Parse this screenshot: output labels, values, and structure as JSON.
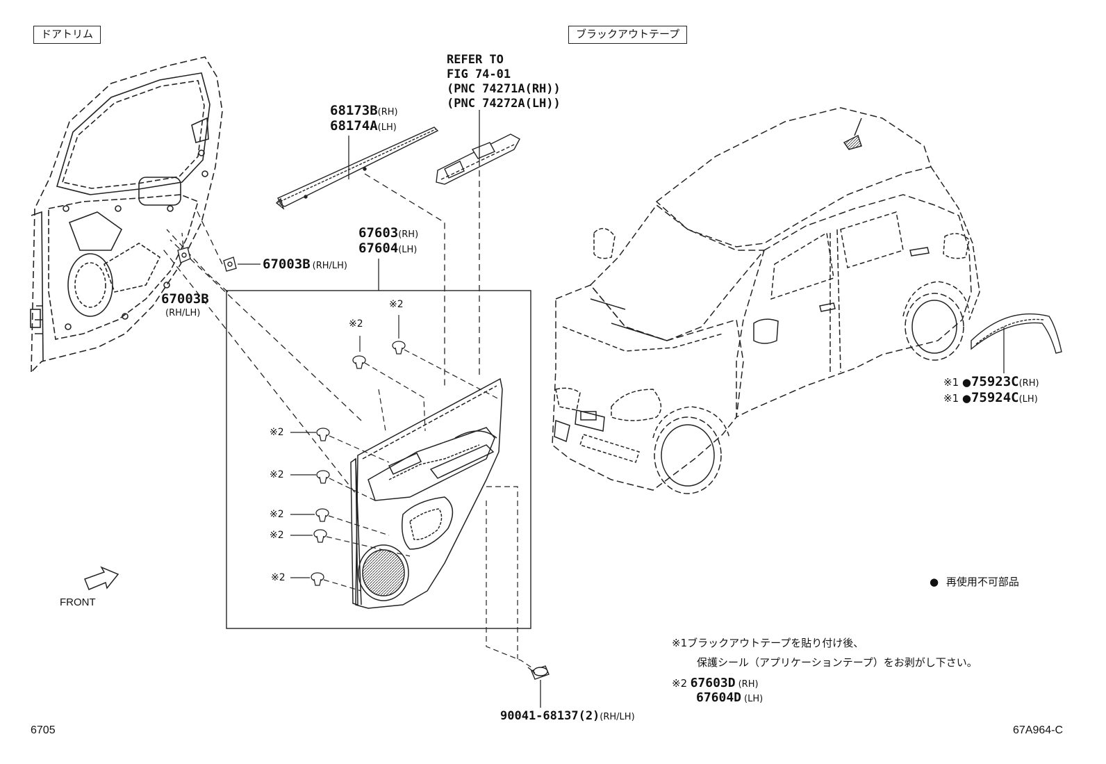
{
  "sections": {
    "door_trim": "ドアトリム",
    "blackout_tape": "ブラックアウトテープ"
  },
  "reference": {
    "line1": "REFER TO",
    "line2": "FIG 74-01",
    "line3": "(PNC 74271A(RH))",
    "line4": "(PNC 74272A(LH))"
  },
  "parts": {
    "p68173b": {
      "code": "68173B",
      "side": "(RH)"
    },
    "p68174a": {
      "code": "68174A",
      "side": "(LH)"
    },
    "p67603": {
      "code": "67603",
      "side": "(RH)"
    },
    "p67604": {
      "code": "67604",
      "side": "(LH)"
    },
    "p67003b_a": {
      "code": "67003B",
      "side": "(RH/LH)"
    },
    "p67003b_b": {
      "code": "67003B",
      "side": "(RH/LH)"
    },
    "p75923c": {
      "mark": "※1 ●",
      "code": "75923C",
      "side": "(RH)"
    },
    "p75924c": {
      "mark": "※1 ●",
      "code": "75924C",
      "side": "(LH)"
    },
    "p90041": {
      "code": "90041-68137(2)",
      "side": "(RH/LH)"
    }
  },
  "clip_marks": [
    "※2",
    "※2",
    "※2",
    "※2",
    "※2",
    "※2",
    "※2"
  ],
  "front_label": "FRONT",
  "legend": {
    "bullet": "●",
    "text": "再使用不可部品"
  },
  "notes": {
    "n1_mark": "※1",
    "n1_line1": "ブラックアウトテープを貼り付け後、",
    "n1_line2": "保護シール（アプリケーションテープ）をお剥がし下さい。",
    "n2_mark": "※2",
    "n2_code1": "67603D",
    "n2_side1": "(RH)",
    "n2_code2": "67604D",
    "n2_side2": "(LH)"
  },
  "page_number": "6705",
  "figure_id": "67A964-C"
}
